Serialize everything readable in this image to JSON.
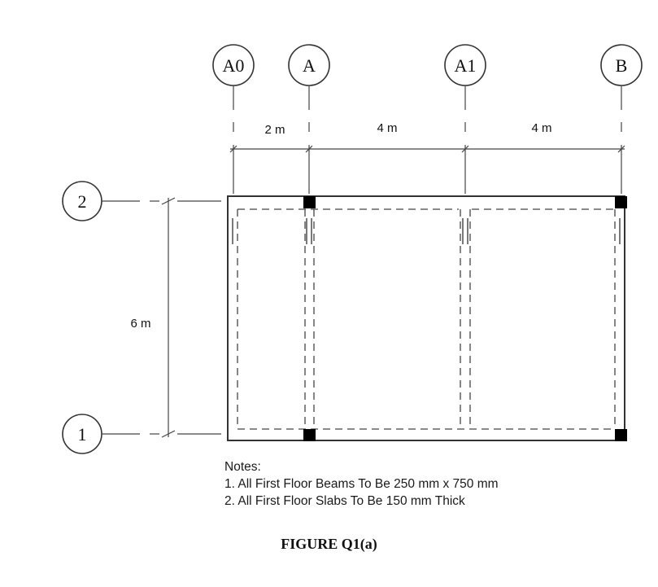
{
  "grid_lines": {
    "columns": [
      {
        "label": "A0"
      },
      {
        "label": "A"
      },
      {
        "label": "A1"
      },
      {
        "label": "B"
      }
    ],
    "rows": [
      {
        "label": "2"
      },
      {
        "label": "1"
      }
    ]
  },
  "dimensions": {
    "span_a0_a": "2 m",
    "span_a_a1": "4 m",
    "span_a1_b": "4 m",
    "span_rows": "6 m"
  },
  "notes": {
    "heading": "Notes:",
    "items": [
      "1. All First Floor Beams To Be 250 mm x 750 mm",
      "2. All First Floor Slabs To Be 150 mm Thick"
    ]
  },
  "caption": "FIGURE Q1(a)",
  "colors": {
    "line": "#333333",
    "column": "#000000",
    "text": "#111111"
  }
}
